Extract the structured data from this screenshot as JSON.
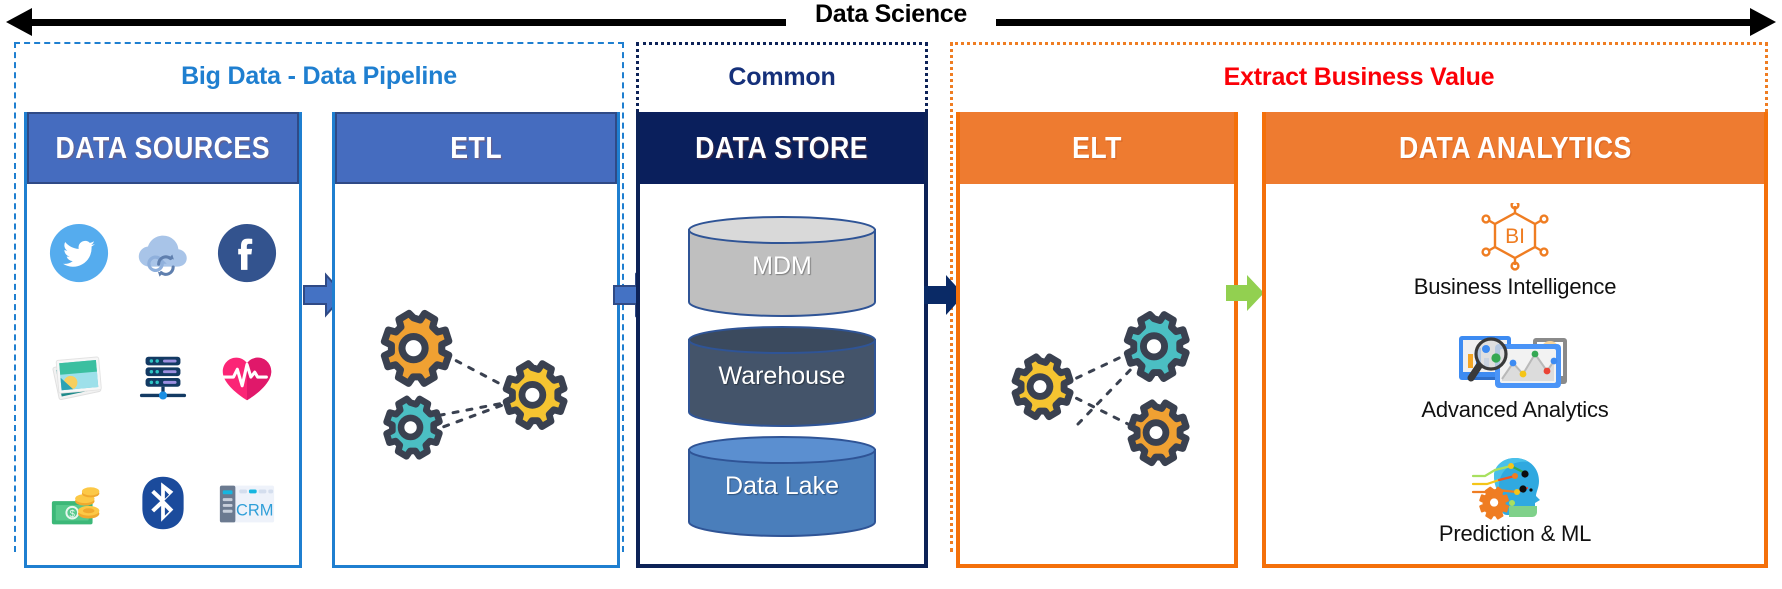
{
  "header": {
    "title": "Data Science",
    "arrow_left": "left-arrowhead",
    "arrow_right": "right-arrowhead"
  },
  "groups": [
    {
      "id": "big-data",
      "label": "Big Data - Data Pipeline",
      "color": "#1f7fd0",
      "border": "dashed"
    },
    {
      "id": "common",
      "label": "Common",
      "color": "#15307a",
      "border": "dotted"
    },
    {
      "id": "extract",
      "label": "Extract Business Value",
      "color": "#fb0007",
      "border": "dotted"
    }
  ],
  "panels": {
    "data_sources": {
      "title": "DATA SOURCES",
      "header_bg": "#456cbf",
      "border": "#1f7fd0",
      "icons": [
        {
          "name": "twitter-icon",
          "label": "Twitter"
        },
        {
          "name": "cloud-sync-icon",
          "label": "Cloud Sync"
        },
        {
          "name": "facebook-icon",
          "label": "Facebook"
        },
        {
          "name": "photos-icon",
          "label": "Images"
        },
        {
          "name": "server-network-icon",
          "label": "Servers"
        },
        {
          "name": "heartbeat-icon",
          "label": "Health Data"
        },
        {
          "name": "money-coins-icon",
          "label": "Financial"
        },
        {
          "name": "bluetooth-icon",
          "label": "Bluetooth / IoT"
        },
        {
          "name": "crm-icon",
          "label": "CRM"
        }
      ]
    },
    "etl": {
      "title": "ETL",
      "header_bg": "#456cbf",
      "border": "#1f7fd0",
      "graphic": "gears-cluster"
    },
    "data_store": {
      "title": "DATA STORE",
      "header_bg": "#0a1f5c",
      "border": "#0d2257",
      "stores": [
        {
          "label": "MDM",
          "color": "#bfbfbf"
        },
        {
          "label": "Warehouse",
          "color": "#44546a"
        },
        {
          "label": "Data Lake",
          "color": "#4a7ebb"
        }
      ]
    },
    "elt": {
      "title": "ELT",
      "header_bg": "#ee7b30",
      "border": "#f4700a",
      "graphic": "gears-cluster"
    },
    "data_analytics": {
      "title": "DATA ANALYTICS",
      "header_bg": "#ee7b30",
      "border": "#f4700a",
      "items": [
        {
          "label": "Business Intelligence",
          "icon": "bi-hexagon-icon",
          "badge": "BI"
        },
        {
          "label": "Advanced Analytics",
          "icon": "analytics-dashboard-icon"
        },
        {
          "label": "Prediction & ML",
          "icon": "ai-head-icon"
        }
      ]
    }
  },
  "connectors": [
    {
      "name": "arrow-sources-to-etl",
      "color": "#4472c4"
    },
    {
      "name": "arrow-etl-to-store",
      "color": "#4472c4"
    },
    {
      "name": "arrow-store-to-elt",
      "color": "#0a2a66"
    },
    {
      "name": "arrow-elt-to-analytics",
      "color": "#92d050"
    }
  ]
}
